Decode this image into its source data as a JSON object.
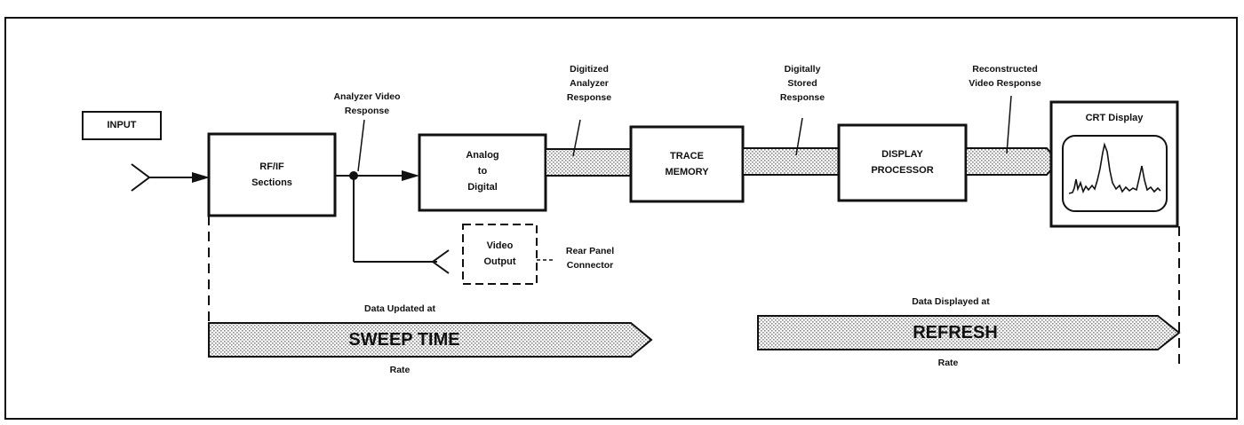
{
  "input_label": "INPUT",
  "blocks": {
    "rf_if": "RF/IF\nSections",
    "adc": "Analog\nto\nDigital",
    "trace_memory": "TRACE\nMEMORY",
    "display_processor": "DISPLAY\nPROCESSOR",
    "crt_display": "CRT Display",
    "video_output": "Video\nOutput"
  },
  "annotations": {
    "analyzer_video_response": "Analyzer Video\nResponse",
    "digitized_analyzer_response": "Digitized\nAnalyzer\nResponse",
    "digitally_stored_response": "Digitally\nStored\nResponse",
    "reconstructed_video_response": "Reconstructed\nVideo Response",
    "rear_panel_connector": "Rear Panel\nConnector"
  },
  "sweep": {
    "top": "Data Updated at",
    "main": "SWEEP TIME",
    "bottom": "Rate"
  },
  "refresh": {
    "top": "Data Displayed at",
    "main": "REFRESH",
    "bottom": "Rate"
  },
  "colors": {
    "line": "#111111",
    "stipple": "#999999",
    "background": "#ffffff"
  }
}
